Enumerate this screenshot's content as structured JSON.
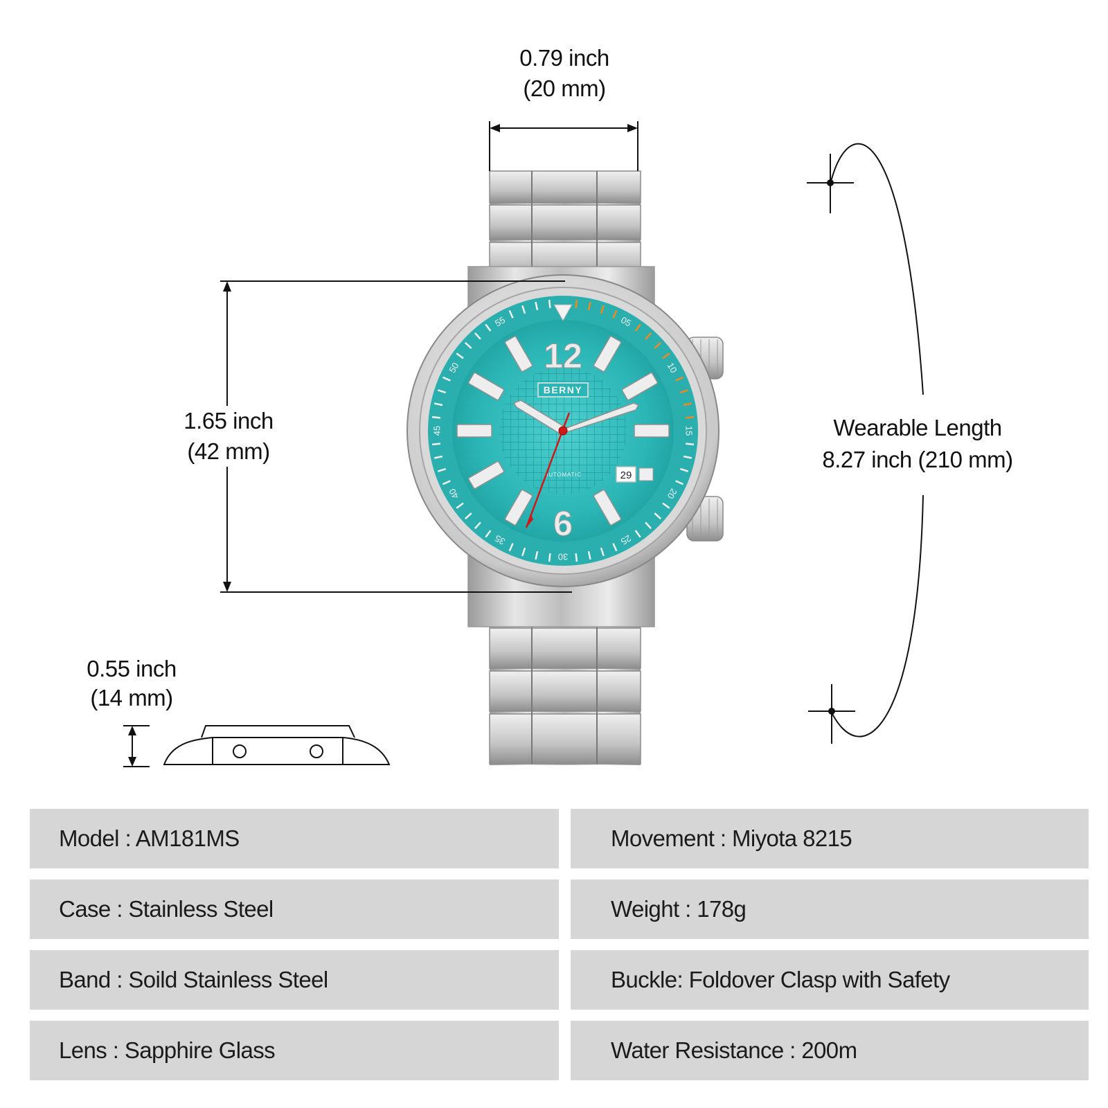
{
  "dimensions": {
    "lug_width": {
      "inch": "0.79 inch",
      "mm": "(20 mm)"
    },
    "case_diameter": {
      "inch": "1.65 inch",
      "mm": "(42 mm)"
    },
    "wearable_length": {
      "label": "Wearable Length",
      "value": "8.27 inch (210 mm)"
    },
    "thickness": {
      "inch": "0.55 inch",
      "mm": "(14 mm)"
    }
  },
  "watch": {
    "brand": "BERNY",
    "dial_text": "AUTOMATIC",
    "date": "29",
    "numerals": [
      "12",
      "6"
    ],
    "bezel_numbers": [
      "55",
      "05",
      "10",
      "15",
      "20",
      "25",
      "30",
      "35",
      "40",
      "45",
      "50"
    ],
    "colors": {
      "dial": "#2fb8b8",
      "bezel_accent": "#f08a1c",
      "second_hand": "#d01818",
      "steel": "#c8c8c8"
    }
  },
  "specs": [
    {
      "left": "Model : AM181MS",
      "right": "Movement : Miyota 8215"
    },
    {
      "left": "Case : Stainless Steel",
      "right": "Weight : 178g"
    },
    {
      "left": "Band : Soild Stainless Steel",
      "right": "Buckle: Foldover Clasp with Safety"
    },
    {
      "left": "Lens : Sapphire Glass",
      "right": "Water Resistance : 200m"
    }
  ]
}
